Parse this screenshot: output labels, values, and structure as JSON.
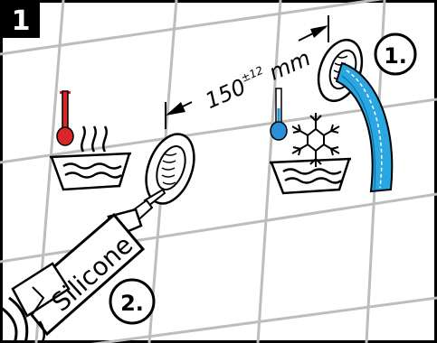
{
  "step_number": "1",
  "distance_label": {
    "value": "150",
    "tolerance": "±12",
    "unit": "mm"
  },
  "steps": [
    {
      "label": "1."
    },
    {
      "label": "2."
    }
  ],
  "cartridge_text": "Silicone",
  "colors": {
    "hot": "#d9262a",
    "cold": "#2a8fd6",
    "hose": "#2aa7e0",
    "line": "#000000",
    "tile_grout": "#bdbdbd",
    "badge_bg": "#000000"
  },
  "icons": [
    "hot-water-thermometer-icon",
    "cold-water-thermometer-icon",
    "snowflake-icon",
    "steam-icon",
    "wash-basin-icon",
    "wall-outlet-icon",
    "hose-icon",
    "silicone-gun-icon"
  ]
}
